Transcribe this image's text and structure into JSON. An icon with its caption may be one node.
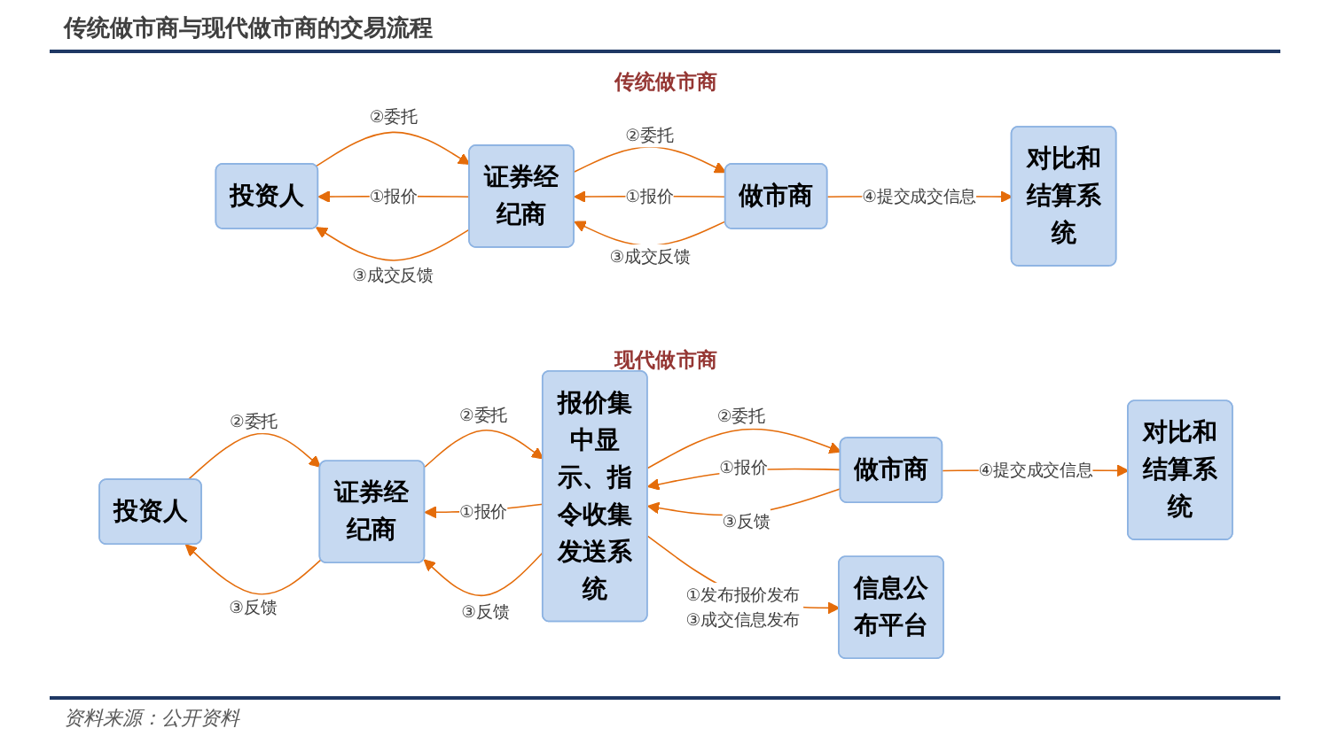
{
  "diagram": {
    "title": "传统做市商与现代做市商的交易流程",
    "caption": "资料来源：公开资料",
    "nodes": [
      {
        "text": [
          "投资人"
        ]
      },
      {
        "text": [
          "证券经纪商"
        ]
      },
      {
        "text": [
          "做市商"
        ]
      },
      {
        "text": [
          "对比和结算系统"
        ]
      },
      {
        "text": [
          "投资人"
        ]
      },
      {
        "text": [
          "证券经纪商"
        ]
      },
      {
        "text": [
          "报价集中显示、指令收集发送系统"
        ]
      },
      {
        "text": [
          "做市商"
        ]
      },
      {
        "text": [
          "对比和结算系统"
        ]
      },
      {
        "text": [
          "信息公布平台"
        ]
      }
    ],
    "edges": [
      {
        "from": 1,
        "to": 0,
        "arrow": "to",
        "label": "①报价"
      },
      {
        "from": 0,
        "to": 1,
        "arrow": "to",
        "label": "②委托"
      },
      {
        "from": 1,
        "to": 0,
        "arrow": "to",
        "label": "③成交反馈"
      },
      {
        "from": 2,
        "to": 1,
        "arrow": "to",
        "label": "①报价"
      },
      {
        "from": 1,
        "to": 2,
        "arrow": "to",
        "label": "②委托"
      },
      {
        "from": 2,
        "to": 1,
        "arrow": "to",
        "label": "③成交反馈"
      },
      {
        "from": 2,
        "to": 3,
        "arrow": "to",
        "label": "④提交成交信息"
      },
      {
        "from": 4,
        "to": 5,
        "arrow": "to",
        "label": "②委托"
      },
      {
        "from": 5,
        "to": 4,
        "arrow": "to",
        "label": "③反馈"
      },
      {
        "from": 6,
        "to": 5,
        "arrow": "to",
        "label": "①报价"
      },
      {
        "from": 5,
        "to": 6,
        "arrow": "to",
        "label": "②委托"
      },
      {
        "from": 6,
        "to": 5,
        "arrow": "to",
        "label": "③反馈"
      },
      {
        "from": 7,
        "to": 6,
        "arrow": "to",
        "label": "①报价"
      },
      {
        "from": 6,
        "to": 7,
        "arrow": "to",
        "label": "②委托"
      },
      {
        "from": 7,
        "to": 6,
        "arrow": "to",
        "label": "③反馈"
      },
      {
        "from": 7,
        "to": 8,
        "arrow": "to",
        "label": "④提交成交信息"
      },
      {
        "from": 6,
        "to": 9,
        "arrow": "to",
        "label": "①发布报价发布③成交信息发布"
      }
    ],
    "labels": [
      "传统做市商",
      "现代做市商"
    ]
  }
}
